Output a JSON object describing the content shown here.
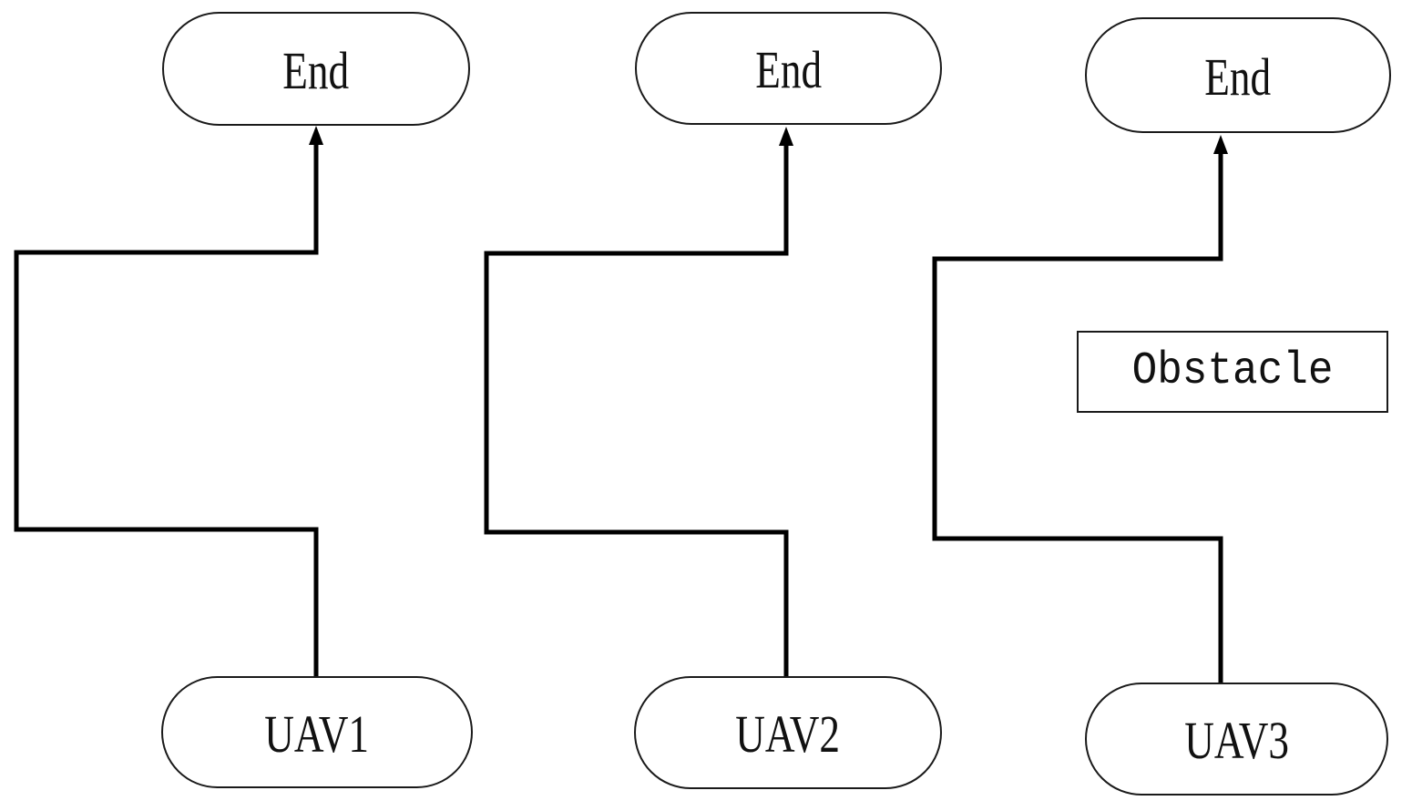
{
  "diagram": {
    "type": "uav-path-flow",
    "columns": [
      {
        "id": "uav1",
        "end_label": "End",
        "uav_label": "UAV1"
      },
      {
        "id": "uav2",
        "end_label": "End",
        "uav_label": "UAV2"
      },
      {
        "id": "uav3",
        "end_label": "End",
        "uav_label": "UAV3"
      }
    ],
    "obstacle": {
      "label": "Obstacle"
    },
    "colors": {
      "background": "#ffffff",
      "line": "#000000",
      "node_border": "#1a1a1a",
      "node_fill": "#ffffff",
      "text": "#111111"
    }
  }
}
